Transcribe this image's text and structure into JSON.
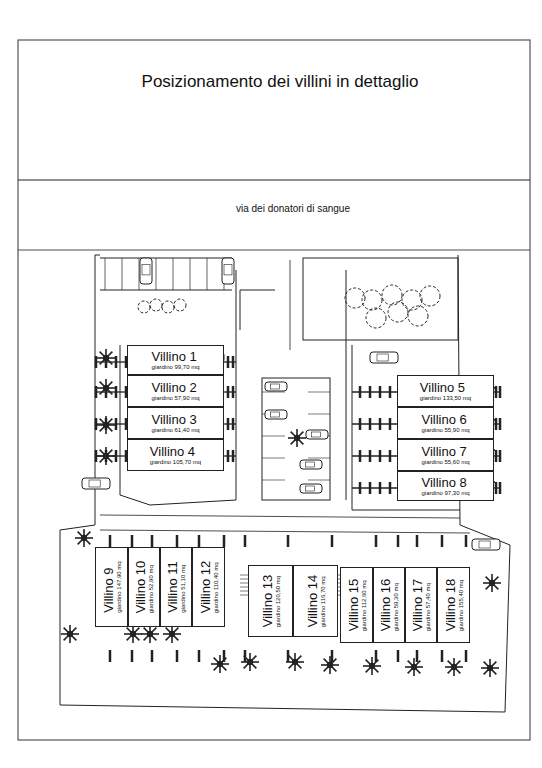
{
  "diagram": {
    "title": "Posizionamento dei villini in dettaglio",
    "nodes": [
      {
        "text": [
          "Villino 1",
          "giardino 99,70 mq"
        ]
      },
      {
        "text": [
          "Villino 2",
          "giardino 57,90 mq"
        ]
      },
      {
        "text": [
          "Villino 3",
          "giardino 61,40 mq"
        ]
      },
      {
        "text": [
          "Villino 4",
          "giardino 105,70 mq"
        ]
      },
      {
        "text": [
          "Villino 5",
          "giardino 133,50 mq"
        ]
      },
      {
        "text": [
          "Villino 6",
          "giardino 55,90 mq"
        ]
      },
      {
        "text": [
          "Villino 7",
          "giardino 55,60 mq"
        ]
      },
      {
        "text": [
          "Villino 8",
          "giardino 97,30 mq"
        ]
      },
      {
        "text": [
          "Villino 9",
          "giardino 147,90 mq"
        ]
      },
      {
        "text": [
          "Villino 10",
          "giardino 52,90 mq"
        ]
      },
      {
        "text": [
          "Villino 11",
          "giardino 51,10 mq"
        ]
      },
      {
        "text": [
          "Villino 12",
          "giardino 110,40 mq"
        ]
      },
      {
        "text": [
          "Villino 13",
          "giardino 120,50 mq"
        ]
      },
      {
        "text": [
          "Villino 14",
          "giardino 116,70 mq"
        ]
      },
      {
        "text": [
          "Villino 15",
          "giardino 112,60 mq"
        ]
      },
      {
        "text": [
          "Villino 16",
          "giardino 59,30 mq"
        ]
      },
      {
        "text": [
          "Villino 17",
          "giardino 57,40 mq"
        ]
      },
      {
        "text": [
          "Villino 18",
          "giardino 155,40 mq"
        ]
      }
    ],
    "labels": [
      "via dei donatori di sangue"
    ]
  }
}
